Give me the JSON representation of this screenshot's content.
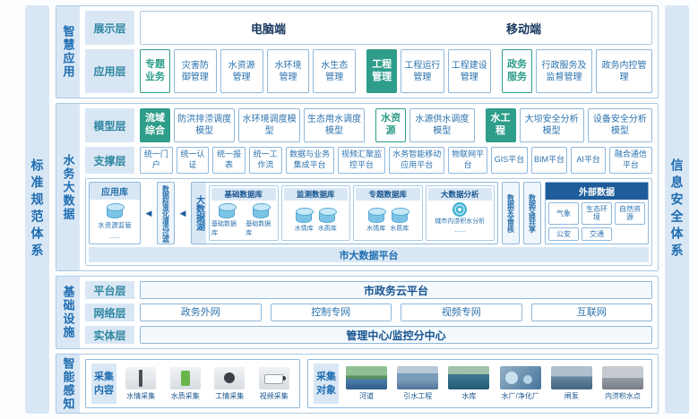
{
  "frame": {
    "left_bar": "标准规范体系",
    "right_bar": "信息安全体系"
  },
  "sections": {
    "smart_app": {
      "label": "智慧应用",
      "display_layer": {
        "label": "展示层",
        "items": [
          "电脑端",
          "移动端"
        ]
      },
      "app_layer": {
        "label": "应用层",
        "groups": [
          {
            "tag": "专题业务",
            "items": [
              "灾害防御管理",
              "水资源管理",
              "水环境管理",
              "水生态管理"
            ]
          },
          {
            "tag": "工程管理",
            "items": [
              "工程运行管理",
              "工程建设管理"
            ]
          },
          {
            "tag": "政务服务",
            "items": [
              "行政服务及监督管理",
              "政务内控管理"
            ]
          }
        ]
      }
    },
    "big_data": {
      "label": "水务大数据",
      "model_layer": {
        "label": "模型层",
        "groups": [
          {
            "tag": "流域综合",
            "items": [
              "防洪排涝调度模型",
              "水环境调度模型",
              "生态用水调度模型"
            ]
          },
          {
            "tag": "水资源",
            "items": [
              "水源供水调度模型"
            ]
          },
          {
            "tag": "水工程",
            "items": [
              "大坝安全分析模型",
              "设备安全分析模型"
            ]
          }
        ]
      },
      "support_layer": {
        "label": "支撑层",
        "items": [
          "统一门户",
          "统一认证",
          "统一报表",
          "统一工作流",
          "数据与业务集成平台",
          "视频汇聚监控平台",
          "水务智能移动应用平台",
          "物联网平台",
          "GIS平台",
          "BIM平台",
          "AI平台",
          "融合通信平台"
        ]
      },
      "platform": {
        "flow_arrow": "◀",
        "app_library": {
          "label": "应用库",
          "db": "水资源监管",
          "more": "......"
        },
        "filter": "数据标准化清洗过滤",
        "lake": {
          "label": "大数据湖",
          "groups": [
            {
              "title": "基础数据库",
              "dbs": [
                "基础数据库",
                "基础数据库"
              ]
            },
            {
              "title": "监测数据库",
              "dbs": [
                "水情库",
                "水质库"
              ]
            },
            {
              "title": "专题数据库",
              "dbs": [
                "水情库",
                "水质库"
              ]
            }
          ],
          "analysis": {
            "title": "大数据分析",
            "item": "城市内涝积水分析",
            "more": "......"
          }
        },
        "audit": "数据安全审核",
        "exchange": "数据交换共享",
        "external": {
          "title": "外部数据",
          "items": [
            "气象",
            "生态环境",
            "自然资源",
            "公安",
            "交通"
          ]
        },
        "footer": "市大数据平台"
      }
    },
    "infrastructure": {
      "label": "基础设施",
      "platform_layer": {
        "label": "平台层",
        "item": "市政务云平台"
      },
      "network_layer": {
        "label": "网络层",
        "items": [
          "政务外网",
          "控制专网",
          "视频专网",
          "互联网"
        ]
      },
      "entity_layer": {
        "label": "实体层",
        "item": "管理中心/监控分中心"
      }
    },
    "perception": {
      "label": "智能感知",
      "content": {
        "label": "采集内容",
        "items": [
          {
            "name": "水情采集",
            "icon": "water-level-sensor-photo"
          },
          {
            "name": "水质采集",
            "icon": "water-quality-meter-photo"
          },
          {
            "name": "工情采集",
            "icon": "engineering-sensor-photo"
          },
          {
            "name": "视频采集",
            "icon": "cctv-camera-photo"
          }
        ]
      },
      "objects": {
        "label": "采集对象",
        "items": [
          {
            "name": "河道",
            "icon": "river-photo"
          },
          {
            "name": "引水工程",
            "icon": "diversion-project-photo"
          },
          {
            "name": "水库",
            "icon": "reservoir-photo"
          },
          {
            "name": "水厂/净化厂",
            "icon": "water-plant-photo"
          },
          {
            "name": "闸泵",
            "icon": "sluice-pump-photo"
          },
          {
            "name": "内涝积水点",
            "icon": "waterlogging-photo"
          }
        ]
      }
    }
  },
  "colors": {
    "accent_green": "#2e9d8a",
    "accent_blue": "#2b72ad",
    "dark_blue": "#1f5c99",
    "panel_blue": "#d9e7f5"
  }
}
